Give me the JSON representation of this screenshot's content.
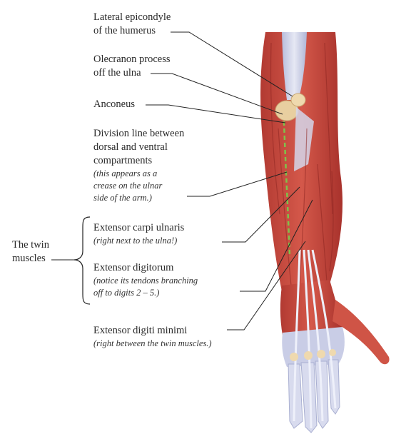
{
  "labels": {
    "lateral_epicondyle": [
      "Lateral epicondyle",
      "of the humerus"
    ],
    "olecranon": [
      "Olecranon process",
      "off the ulna"
    ],
    "anconeus": "Anconeus",
    "division_line": [
      "Division line between",
      "dorsal and ventral",
      "compartments"
    ],
    "division_note": [
      "(this appears as a",
      "crease on the ulnar",
      "side of the arm.)"
    ],
    "twin_muscles": [
      "The twin",
      "muscles"
    ],
    "ext_carpi_ulnaris": "Extensor carpi ulnaris",
    "ext_carpi_ulnaris_note": "(right next to the ulna!)",
    "ext_digitorum": "Extensor digitorum",
    "ext_digitorum_note": [
      "(notice its tendons branching",
      "off to digits 2 – 5.)"
    ],
    "ext_digiti_minimi": "Extensor digiti minimi",
    "ext_digiti_minimi_note": "(right between the twin muscles.)"
  },
  "colors": {
    "muscle": "#c8463c",
    "muscle_dark": "#9c2a26",
    "muscle_light": "#e07a62",
    "tendon": "#c9cde6",
    "bone": "#e8cfa0",
    "division_line": "#7fc24a",
    "leader": "#222222"
  }
}
